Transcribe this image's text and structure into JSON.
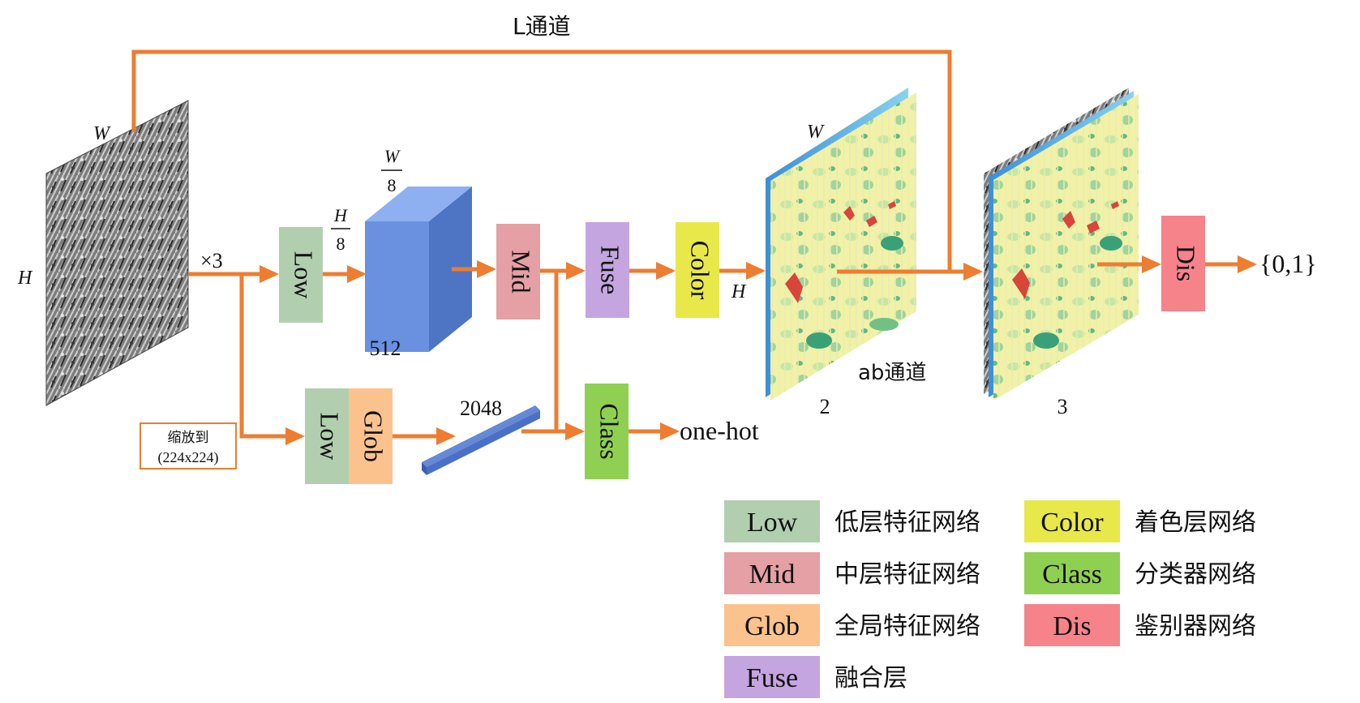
{
  "labels": {
    "l_channel": "L通道",
    "ab_channel": "ab通道",
    "width_in": "W",
    "height_in": "H",
    "times3": "×3",
    "h_over": "H",
    "h_under": "8",
    "w_over": "W",
    "w_under": "8",
    "depth_512": "512",
    "vec_2048": "2048",
    "color_h": "H",
    "ab_w": "W",
    "ab_depth": "2",
    "lab_depth": "3",
    "one_hot": "one-hot",
    "dis_out": "{0,1}",
    "resize_line1": "缩放到",
    "resize_line2": "(224x224)"
  },
  "blocks": {
    "low": "Low",
    "low2": "Low",
    "glob": "Glob",
    "mid": "Mid",
    "fuse": "Fuse",
    "color": "Color",
    "class": "Class",
    "dis": "Dis"
  },
  "legend": [
    {
      "key": "Low",
      "desc": "低层特征网络",
      "color": "#b1cfae"
    },
    {
      "key": "Mid",
      "desc": "中层特征网络",
      "color": "#e4a0a4"
    },
    {
      "key": "Glob",
      "desc": "全局特征网络",
      "color": "#fcc28e"
    },
    {
      "key": "Fuse",
      "desc": "融合层",
      "color": "#c4a5df"
    },
    {
      "key": "Color",
      "desc": "着色层网络",
      "color": "#e8e84a"
    },
    {
      "key": "Class",
      "desc": "分类器网络",
      "color": "#8fd053"
    },
    {
      "key": "Dis",
      "desc": "鉴别器网络",
      "color": "#f6828a"
    }
  ],
  "colors": {
    "arrow": "#ed7d31",
    "low": "#b1cfae",
    "mid": "#e4a0a4",
    "glob": "#fcc28e",
    "fuse": "#c4a5df",
    "color": "#e8e84a",
    "class": "#8fd053",
    "dis": "#f6828a",
    "cube_front": "#6a90e0",
    "cube_side": "#4e74c4",
    "cube_top": "#8fb0f0"
  }
}
